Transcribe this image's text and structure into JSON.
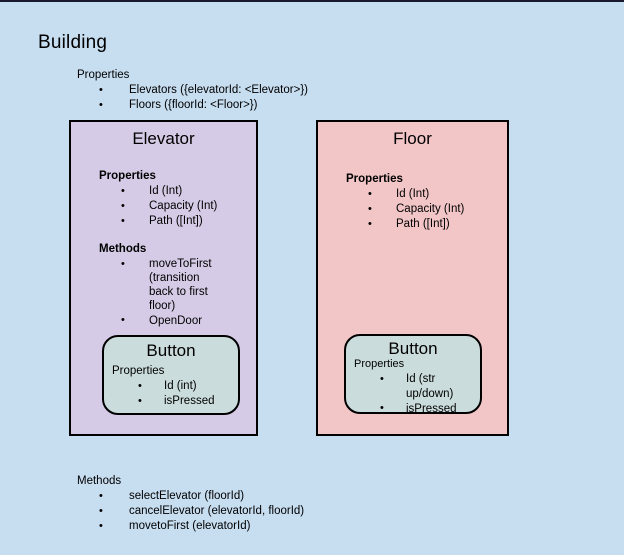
{
  "page": {
    "background_color": "#c7ddf0",
    "title": "Building"
  },
  "colors": {
    "page_background": "#c7ddf0",
    "elevator_fill": "#d6cbe6",
    "floor_fill": "#f2c5c7",
    "button_fill": "#cbdcdc",
    "border": "#000000"
  },
  "building": {
    "title": "Building",
    "properties": {
      "heading": "Properties",
      "items": [
        "Elevators ({elevatorId: <Elevator>})",
        "Floors ({floorId: <Floor>})"
      ]
    },
    "methods": {
      "heading": "Methods",
      "items": [
        "selectElevator (floorId)",
        "cancelElevator (elevatorId, floorId)",
        "movetoFirst (elevatorId)"
      ]
    }
  },
  "elevator": {
    "title": "Elevator",
    "properties": {
      "heading": "Properties",
      "items": [
        "Id (Int)",
        "Capacity (Int)",
        "Path ([Int])"
      ]
    },
    "methods": {
      "heading": "Methods",
      "items": [
        "moveToFirst\n(transition\nback to first\nfloor)",
        "OpenDoor"
      ]
    },
    "button": {
      "title": "Button",
      "properties": {
        "heading": "Properties",
        "items": [
          "Id (int)",
          "isPressed"
        ]
      }
    }
  },
  "floor": {
    "title": "Floor",
    "properties": {
      "heading": "Properties",
      "items": [
        "Id (Int)",
        "Capacity (Int)",
        "Path ([Int])"
      ]
    },
    "button": {
      "title": "Button",
      "properties": {
        "heading": "Properties",
        "items": [
          "Id (str\nup/down)",
          "isPressed"
        ]
      }
    }
  }
}
